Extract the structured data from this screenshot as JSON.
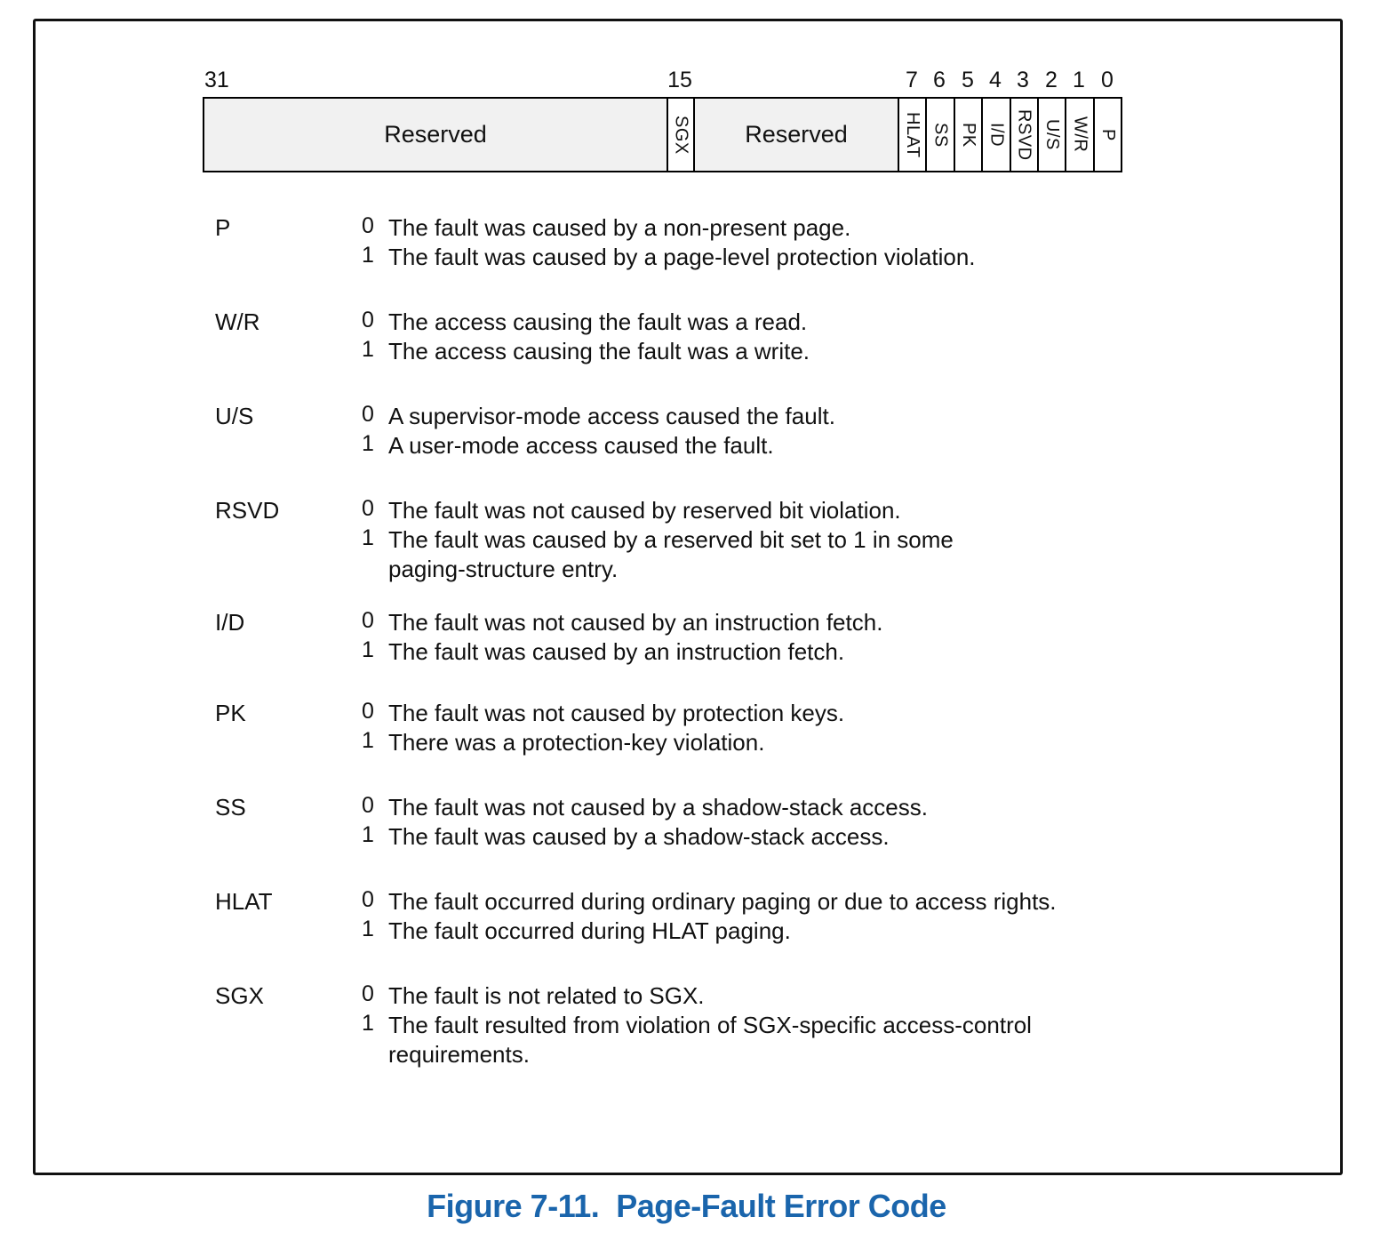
{
  "colors": {
    "caption_blue": "#1a65ac",
    "cell_gray": "#f1f1f1",
    "border_black": "#000000"
  },
  "bitfield": {
    "positions": [
      "31",
      "15",
      "7",
      "6",
      "5",
      "4",
      "3",
      "2",
      "1",
      "0"
    ],
    "cells": [
      {
        "label": "Reserved",
        "bits": "31-16",
        "orientation": "horizontal"
      },
      {
        "label": "SGX",
        "bits": "15",
        "orientation": "vertical"
      },
      {
        "label": "Reserved",
        "bits": "14-8",
        "orientation": "horizontal"
      },
      {
        "label": "HLAT",
        "bits": "7",
        "orientation": "vertical"
      },
      {
        "label": "SS",
        "bits": "6",
        "orientation": "vertical"
      },
      {
        "label": "PK",
        "bits": "5",
        "orientation": "vertical"
      },
      {
        "label": "I/D",
        "bits": "4",
        "orientation": "vertical"
      },
      {
        "label": "RSVD",
        "bits": "3",
        "orientation": "vertical"
      },
      {
        "label": "U/S",
        "bits": "2",
        "orientation": "vertical"
      },
      {
        "label": "W/R",
        "bits": "1",
        "orientation": "vertical"
      },
      {
        "label": "P",
        "bits": "0",
        "orientation": "vertical"
      }
    ]
  },
  "legend": {
    "sections": [
      {
        "label": "P",
        "lines": [
          {
            "value": "0",
            "text": "The fault was caused by a non-present page."
          },
          {
            "value": "1",
            "text": "The fault was caused by a page-level protection violation."
          }
        ]
      },
      {
        "label": "W/R",
        "lines": [
          {
            "value": "0",
            "text": "The access causing the fault was a read."
          },
          {
            "value": "1",
            "text": "The access causing the fault was a write."
          }
        ]
      },
      {
        "label": "U/S",
        "lines": [
          {
            "value": "0",
            "text": "A supervisor-mode access caused the fault."
          },
          {
            "value": "1",
            "text": "A user-mode access caused the fault."
          }
        ]
      },
      {
        "label": "RSVD",
        "lines": [
          {
            "value": "0",
            "text": "The fault was not caused by reserved bit violation."
          },
          {
            "value": "1",
            "text": "The fault was caused by a reserved bit set to 1 in some"
          },
          {
            "value": "",
            "text": "paging-structure entry."
          }
        ]
      },
      {
        "label": "I/D",
        "lines": [
          {
            "value": "0",
            "text": "The fault was not caused by an instruction fetch."
          },
          {
            "value": "1",
            "text": "The fault was caused by an instruction fetch."
          }
        ]
      },
      {
        "label": "PK",
        "lines": [
          {
            "value": "0",
            "text": "The fault was not caused by protection keys."
          },
          {
            "value": "1",
            "text": "There was a protection-key violation."
          }
        ]
      },
      {
        "label": "SS",
        "lines": [
          {
            "value": "0",
            "text": "The fault was not caused by a shadow-stack access."
          },
          {
            "value": "1",
            "text": "The fault was caused by a shadow-stack access."
          }
        ]
      },
      {
        "label": "HLAT",
        "lines": [
          {
            "value": "0",
            "text": "The fault occurred during ordinary paging or due to access rights."
          },
          {
            "value": "1",
            "text": "The fault occurred during HLAT paging."
          }
        ]
      },
      {
        "label": "SGX",
        "lines": [
          {
            "value": "0",
            "text": "The fault is not related to SGX."
          },
          {
            "value": "1",
            "text": "The fault resulted from violation of SGX-specific access-control"
          },
          {
            "value": "",
            "text": "requirements."
          }
        ]
      }
    ]
  },
  "caption": {
    "text": "Figure 7-11.  Page-Fault Error Code"
  }
}
